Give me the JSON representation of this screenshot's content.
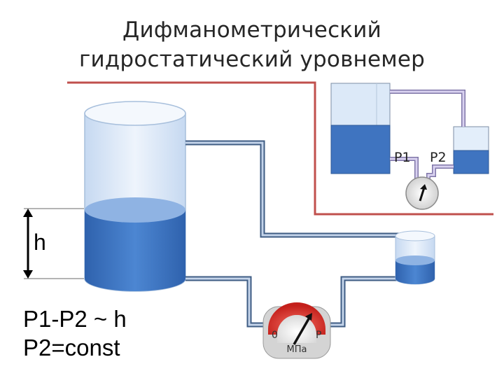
{
  "title": {
    "line1": "Дифманометрический",
    "line2": "гидростатический уровнемер"
  },
  "labels": {
    "height": "h",
    "formula_line1": "P1-P2 ~ h",
    "formula_line2": "P2=const",
    "p1": "P1",
    "p2": "P2"
  },
  "gauge": {
    "left_mark": "0",
    "right_mark": "P",
    "unit": "МПа"
  },
  "colors": {
    "liquid": "#3f78c4",
    "tank_glass": "#dce9f8",
    "pipe_blue": "#4f6e93",
    "pipe_lilac": "#b9b0d8",
    "border_red": "#c0504d",
    "gauge_red": "#d8322c"
  }
}
